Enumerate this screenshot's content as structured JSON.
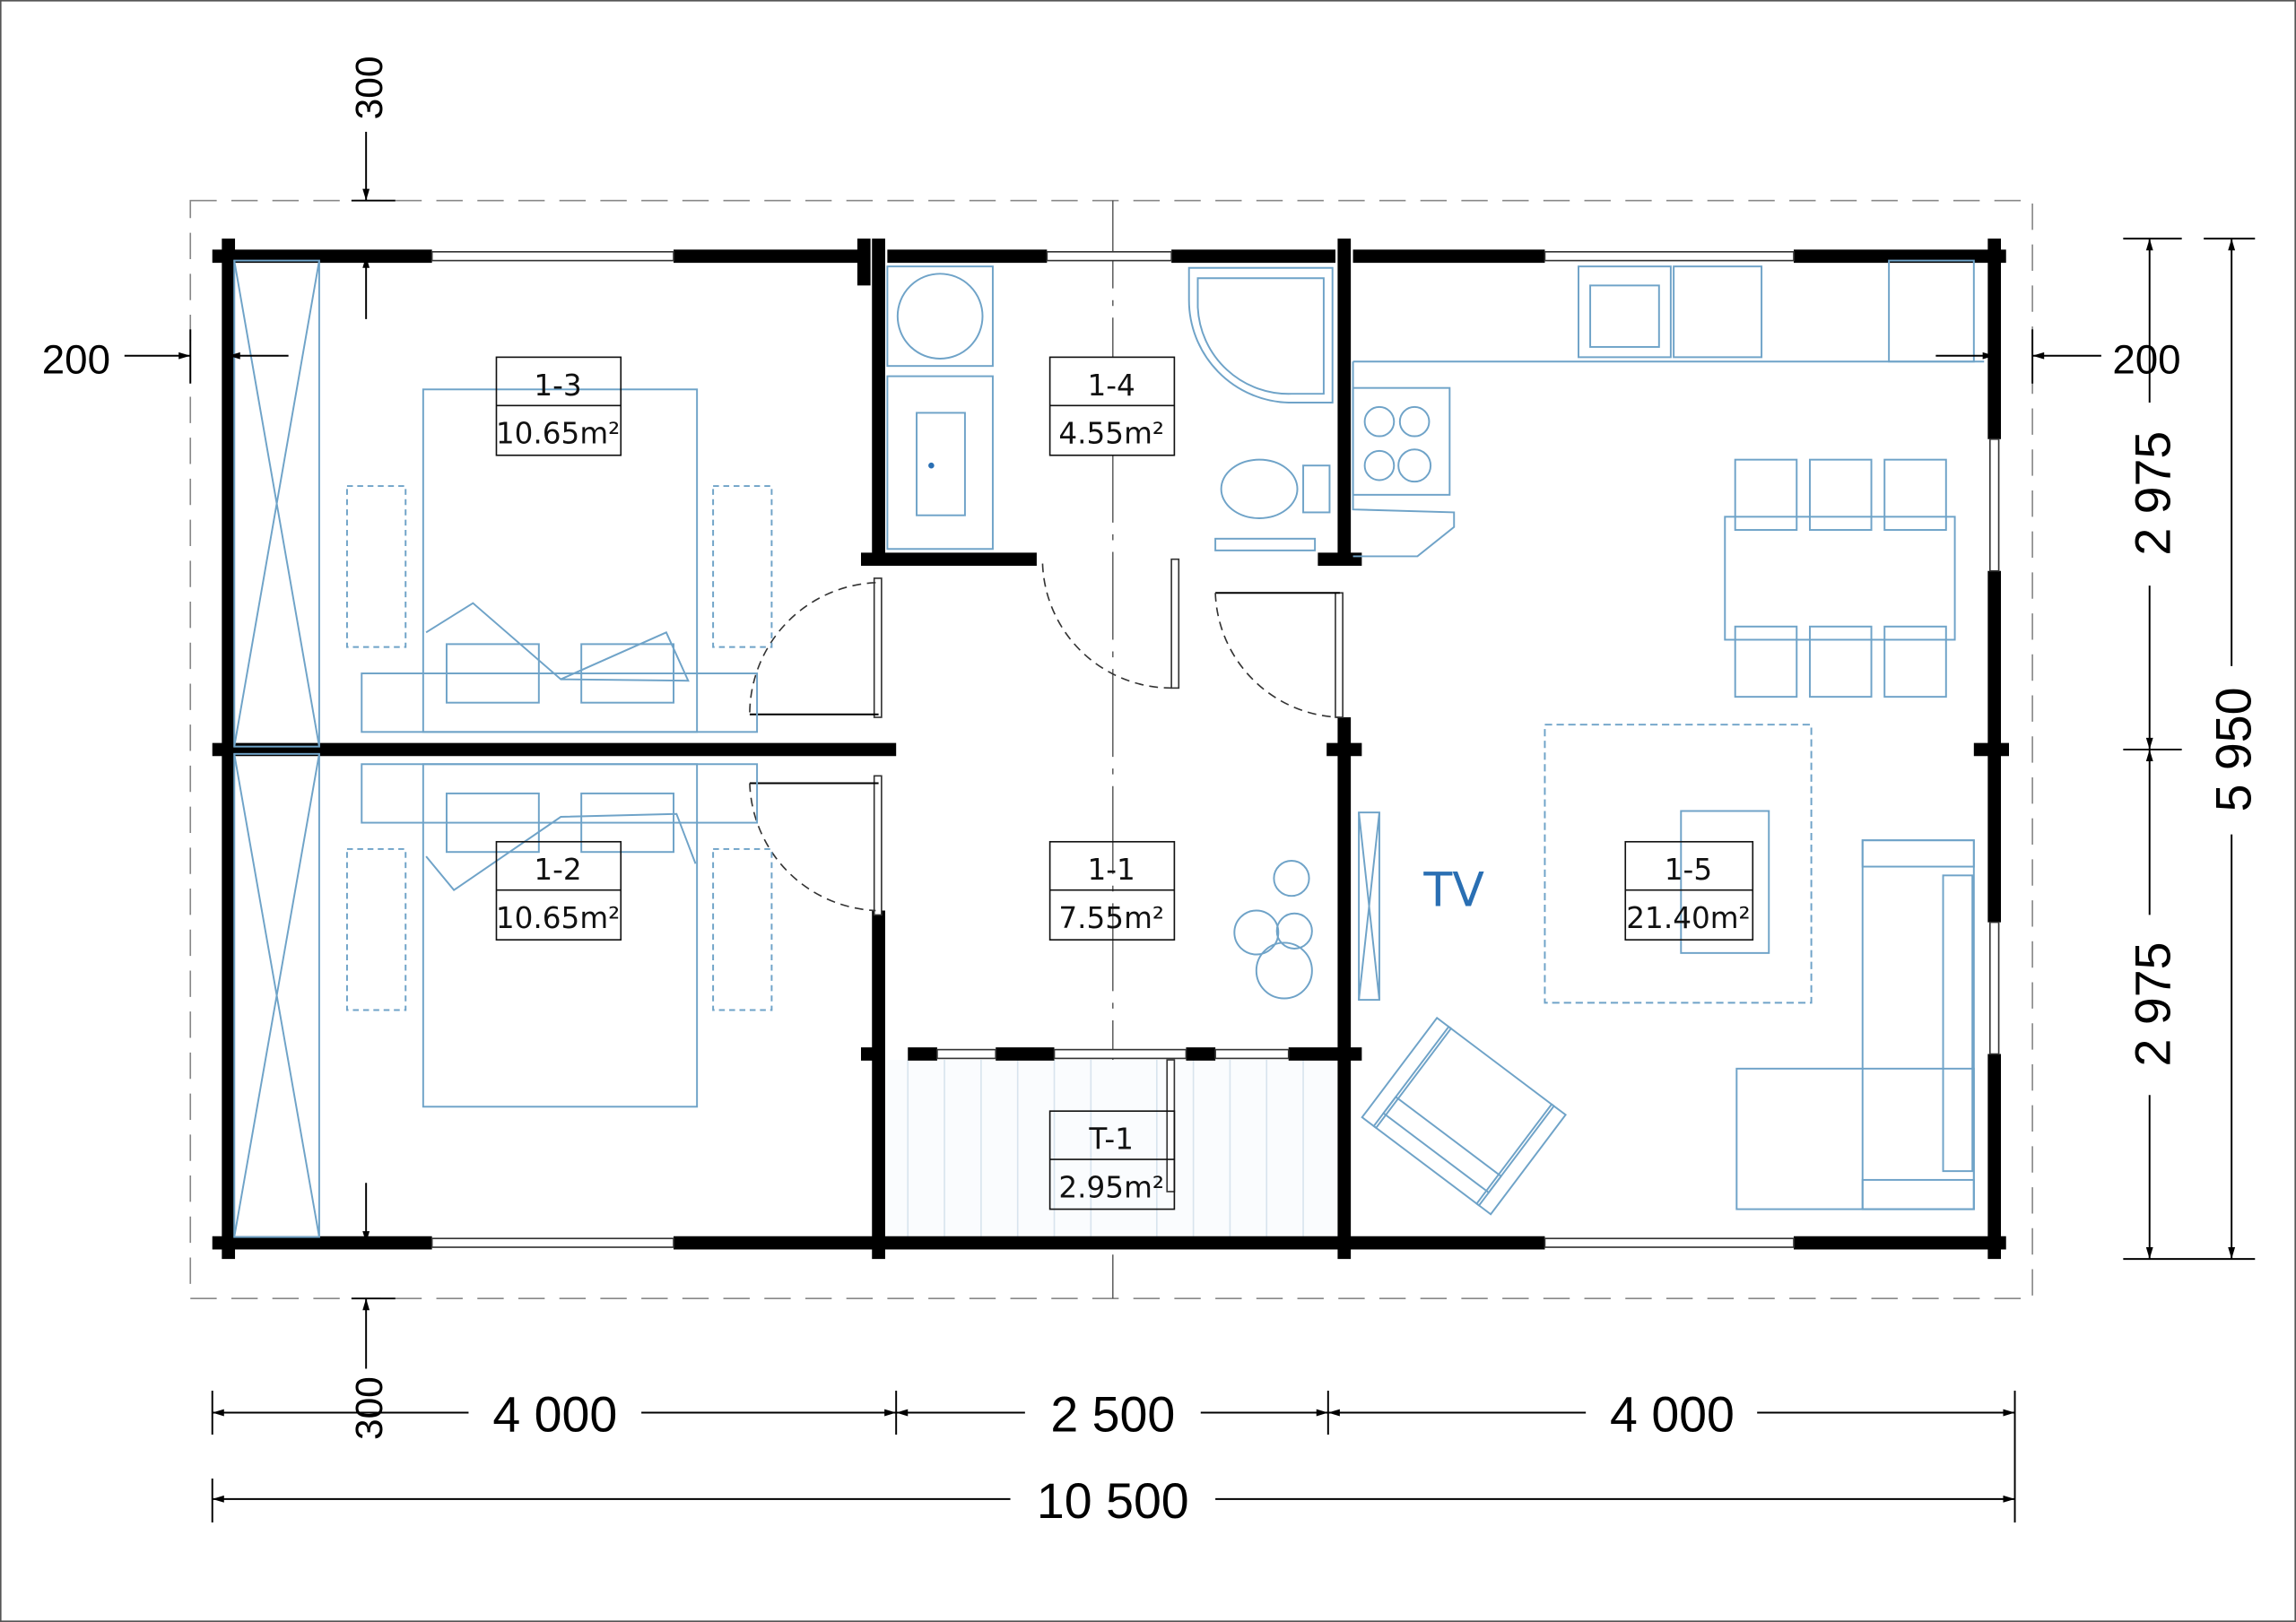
{
  "dimensions": {
    "top_offset": "300",
    "bottom_offset": "300",
    "left_offset": "200",
    "right_offset": "200",
    "width_left": "4 000",
    "width_middle": "2 500",
    "width_right": "4 000",
    "width_total": "10 500",
    "height_upper": "2 975",
    "height_lower": "2 975",
    "height_total": "5 950"
  },
  "rooms": [
    {
      "id": "1-3",
      "area": "10.65m²"
    },
    {
      "id": "1-4",
      "area": "4.55m²"
    },
    {
      "id": "1-2",
      "area": "10.65m²"
    },
    {
      "id": "1-1",
      "area": "7.55m²"
    },
    {
      "id": "1-5",
      "area": "21.40m²"
    },
    {
      "id": "T-1",
      "area": "2.95m²"
    }
  ],
  "tv_label": "TV",
  "colors": {
    "wall": "#000000",
    "furniture": "#6fa3c8",
    "tv": "#2a6fb3"
  }
}
